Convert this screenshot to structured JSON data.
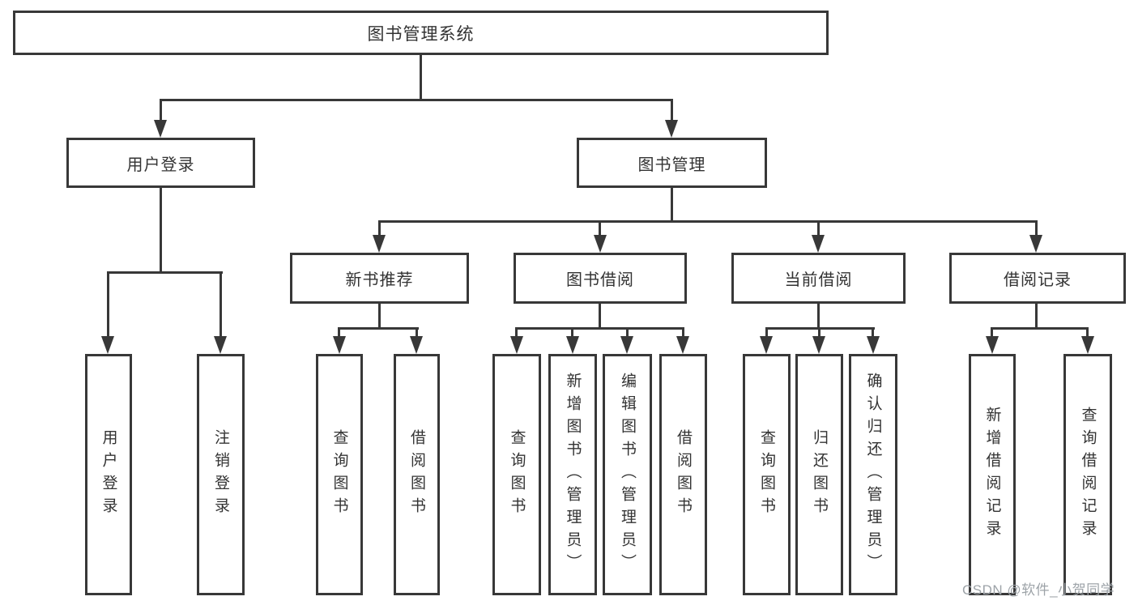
{
  "diagram": {
    "root": {
      "label": "图书管理系统"
    },
    "user_login": {
      "label": "用户登录",
      "children": {
        "login": {
          "label": "用户登录"
        },
        "logout": {
          "label": "注销登录"
        }
      }
    },
    "book_mgmt": {
      "label": "图书管理",
      "children": {
        "new_book_rec": {
          "label": "新书推荐",
          "children": {
            "query_books": {
              "label": "查询图书"
            },
            "borrow_books": {
              "label": "借阅图书"
            }
          }
        },
        "book_borrow": {
          "label": "图书借阅",
          "children": {
            "query_books": {
              "label": "查询图书"
            },
            "add_books": {
              "label": "新增图书（管理员）"
            },
            "edit_books": {
              "label": "编辑图书（管理员）"
            },
            "borrow_books": {
              "label": "借阅图书"
            }
          }
        },
        "current_borrow": {
          "label": "当前借阅",
          "children": {
            "query_books": {
              "label": "查询图书"
            },
            "return_books": {
              "label": "归还图书"
            },
            "confirm_return": {
              "label": "确认归还（管理员）"
            }
          }
        },
        "borrow_records": {
          "label": "借阅记录",
          "children": {
            "add_record": {
              "label": "新增借阅记录"
            },
            "query_record": {
              "label": "查询借阅记录"
            }
          }
        }
      }
    }
  },
  "watermark": {
    "text": "CSDN @软件_小贺同学"
  },
  "colors": {
    "line": "#383838",
    "box_border": "#383838",
    "text": "#333333",
    "watermark": "#9da3a8",
    "background": "#ffffff"
  }
}
